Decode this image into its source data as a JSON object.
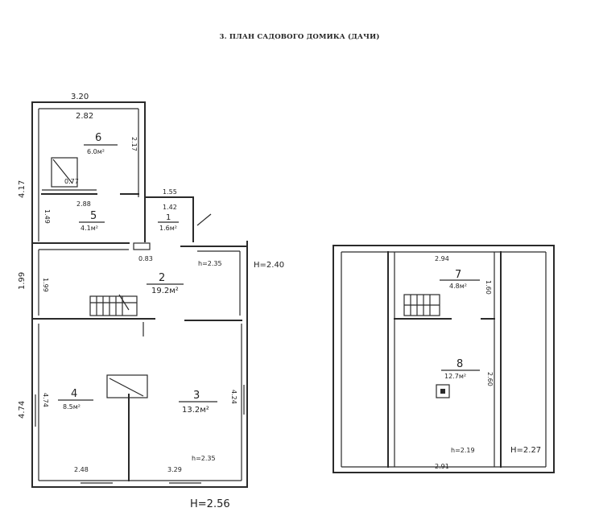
{
  "title": "3. ПЛАН САДОВОГО ДОМИКА (ДАЧИ)",
  "ground_floor": {
    "dims": {
      "top_outer": "3.20",
      "top_inner": "2.82",
      "left_upper": "4.17",
      "left_mid": "1.99",
      "left_lower": "4.74",
      "room5_width": "2.88",
      "corridor_width": "1.55",
      "room1_width": "1.42",
      "small_width": "0.83",
      "bottom_left": "2.48",
      "bottom_right": "3.29",
      "room6_side": "2.17",
      "room5_side": "1.49",
      "room2_side": "1.99",
      "room4_side": "4.74",
      "room3_side": "4.24",
      "stair_label": "0.77"
    },
    "heights": {
      "upper": "h=2.35",
      "outer": "H=2.40",
      "lower": "h=2.35",
      "total": "H=2.56"
    },
    "rooms": [
      {
        "number": "6",
        "area": "6.0м²"
      },
      {
        "number": "5",
        "area": "4.1м²"
      },
      {
        "number": "1",
        "area": "1.6м²"
      },
      {
        "number": "2",
        "area": "19.2м²"
      },
      {
        "number": "4",
        "area": "8.5м²"
      },
      {
        "number": "3",
        "area": "13.2м²"
      }
    ]
  },
  "attic_floor": {
    "dims": {
      "top": "2.94",
      "bottom": "2.91",
      "side_room7": "1.60",
      "side_room8": "2.60"
    },
    "heights": {
      "inner": "h=2.19",
      "outer": "H=2.27"
    },
    "rooms": [
      {
        "number": "7",
        "area": "4.8м²"
      },
      {
        "number": "8",
        "area": "12.7м²"
      }
    ]
  }
}
